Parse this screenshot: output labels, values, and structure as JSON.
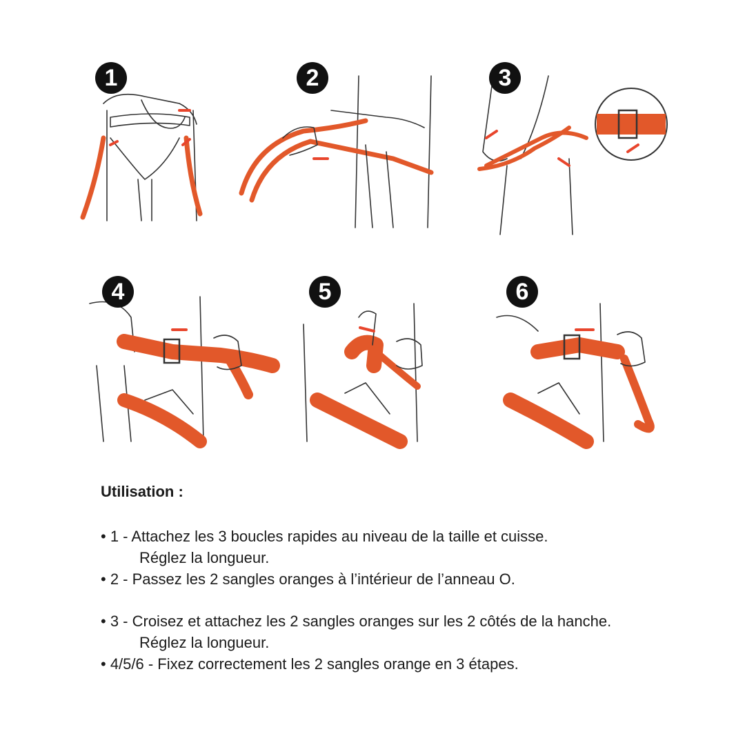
{
  "steps": [
    {
      "number": "1"
    },
    {
      "number": "2"
    },
    {
      "number": "3"
    },
    {
      "number": "4"
    },
    {
      "number": "5"
    },
    {
      "number": "6"
    }
  ],
  "instructions": {
    "title": "Utilisation :",
    "items": [
      {
        "line1": "• 1 - Attachez les 3 boucles rapides au niveau de la taille et cuisse.",
        "line2": "Réglez la longueur."
      },
      {
        "line1": "• 2 - Passez les 2 sangles oranges à l’intérieur de l’anneau O.",
        "line2": ""
      },
      {
        "line1": "• 3 - Croisez et attachez les 2 sangles oranges sur les 2 côtés de la hanche.",
        "line2": "Réglez la longueur."
      },
      {
        "line1": "• 4/5/6 - Fixez correctement les 2 sangles orange en 3 étapes.",
        "line2": ""
      }
    ]
  },
  "colors": {
    "strap": "#e2582a",
    "arrow": "#e8452c",
    "badge": "#111111"
  }
}
